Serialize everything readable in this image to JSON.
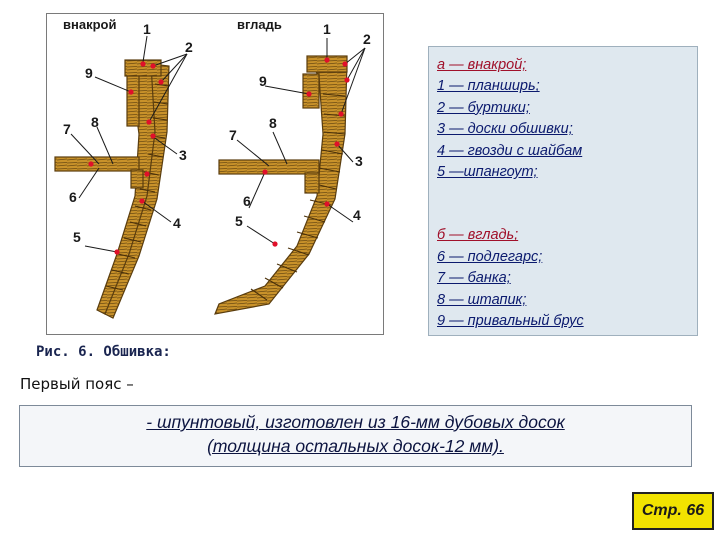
{
  "figure": {
    "title_left": "внакрой",
    "title_right": "вгладь",
    "left_labels": [
      "1",
      "2",
      "3",
      "4",
      "5",
      "6",
      "7",
      "8",
      "9"
    ],
    "right_labels": [
      "1",
      "2",
      "3",
      "4",
      "5",
      "6",
      "7",
      "8",
      "9"
    ],
    "wood_color": "#c9922a",
    "wood_dark": "#6b4a12",
    "marker_color": "#e0102a"
  },
  "legend": {
    "lines_a": [
      "а — внакрой;",
      "1 — планширь;",
      "2 — буртики;",
      "3 — доски обшивки;",
      "4 — гвозди с шайбам",
      "5 —шпангоут;"
    ],
    "lines_b": [
      "б — вгладь;",
      "6 — подлегарс;",
      "7 — банка;",
      "8 — штапик;",
      "9 — привальный брус"
    ]
  },
  "caption": "Рис. 6. Обшивка:",
  "subheading": "Первый пояс –",
  "note": {
    "line1": "- шпунтовый,  изготовлен из 16-мм дубовых досок",
    "line2": "(толщина остальных досок-12 мм)."
  },
  "page_label": "Стр. 66"
}
